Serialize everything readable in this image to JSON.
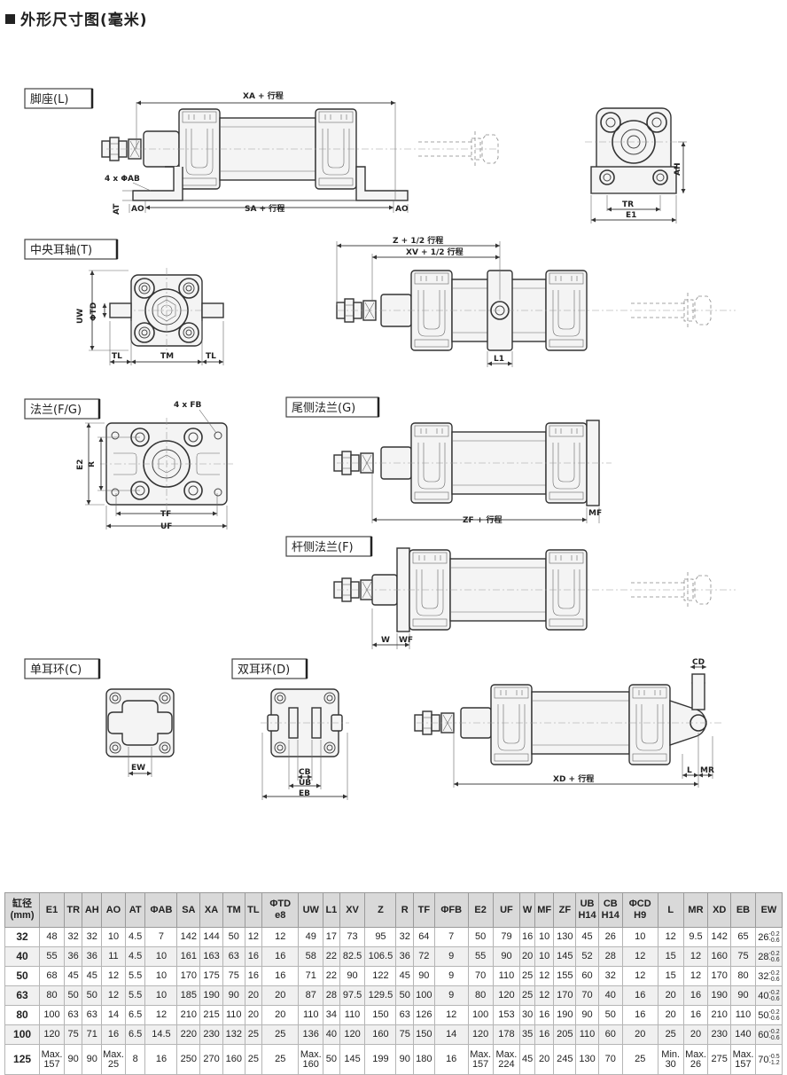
{
  "heading": "外形尺寸图(毫米)",
  "views": {
    "foot": {
      "label": "脚座(L)",
      "dims": {
        "xa": "XA + 行程",
        "sa": "SA + 行程",
        "ao_left": "AO",
        "ao_right": "AO",
        "ab": "4 x ΦAB",
        "at": "AT",
        "ah": "AH",
        "tr": "TR",
        "e1": "E1"
      }
    },
    "trunnion": {
      "label": "中央耳轴(T)",
      "dims": {
        "z": "Z + 1/2 行程",
        "xv": "XV + 1/2 行程",
        "uw": "UW",
        "td": "ΦTD",
        "tl_left": "TL",
        "tm": "TM",
        "tl_right": "TL",
        "l1": "L1"
      }
    },
    "flange": {
      "label": "法兰(F/G)",
      "dims": {
        "fb": "4 x FB",
        "e2": "E2",
        "r": "R",
        "tf": "TF",
        "uf": "UF"
      }
    },
    "rear_flange": {
      "label": "尾侧法兰(G)",
      "dims": {
        "zf": "ZF + 行程",
        "mf": "MF"
      }
    },
    "rod_flange": {
      "label": "杆侧法兰(F)",
      "dims": {
        "w": "W",
        "wf": "WF"
      }
    },
    "single_clevis": {
      "label": "单耳环(C)",
      "dims": {
        "ew": "EW"
      }
    },
    "double_clevis": {
      "label": "双耳环(D)",
      "dims": {
        "cb": "CB",
        "ub": "UB",
        "eb": "EB",
        "cd": "CD",
        "xd": "XD + 行程",
        "l": "L",
        "mr": "MR"
      }
    }
  },
  "table": {
    "headers": [
      {
        "t1": "缸径",
        "t2": "(mm)"
      },
      {
        "t1": "E1"
      },
      {
        "t1": "TR"
      },
      {
        "t1": "AH"
      },
      {
        "t1": "AO"
      },
      {
        "t1": "AT"
      },
      {
        "t1": "ΦAB"
      },
      {
        "t1": "SA"
      },
      {
        "t1": "XA"
      },
      {
        "t1": "TM"
      },
      {
        "t1": "TL"
      },
      {
        "t1": "ΦTD",
        "t2": "e8"
      },
      {
        "t1": "UW"
      },
      {
        "t1": "L1"
      },
      {
        "t1": "XV"
      },
      {
        "t1": "Z"
      },
      {
        "t1": "R"
      },
      {
        "t1": "TF"
      },
      {
        "t1": "ΦFB"
      },
      {
        "t1": "E2"
      },
      {
        "t1": "UF"
      },
      {
        "t1": "W"
      },
      {
        "t1": "MF"
      },
      {
        "t1": "ZF"
      },
      {
        "t1": "UB",
        "t2": "H14"
      },
      {
        "t1": "CB",
        "t2": "H14"
      },
      {
        "t1": "ΦCD",
        "t2": "H9"
      },
      {
        "t1": "L"
      },
      {
        "t1": "MR"
      },
      {
        "t1": "XD"
      },
      {
        "t1": "EB"
      },
      {
        "t1": "EW"
      }
    ],
    "rows": [
      {
        "bore": "32",
        "cells": [
          "48",
          "32",
          "32",
          "10",
          "4.5",
          "7",
          "142",
          "144",
          "50",
          "12",
          "12",
          "49",
          "17",
          "73",
          "95",
          "32",
          "64",
          "7",
          "50",
          "79",
          "16",
          "10",
          "130",
          "45",
          "26",
          "10",
          "12",
          "9.5",
          "142",
          "65"
        ],
        "ew": {
          "v": "26",
          "tol_up": "-0.2",
          "tol_dn": "-0.6"
        }
      },
      {
        "bore": "40",
        "cells": [
          "55",
          "36",
          "36",
          "11",
          "4.5",
          "10",
          "161",
          "163",
          "63",
          "16",
          "16",
          "58",
          "22",
          "82.5",
          "106.5",
          "36",
          "72",
          "9",
          "55",
          "90",
          "20",
          "10",
          "145",
          "52",
          "28",
          "12",
          "15",
          "12",
          "160",
          "75"
        ],
        "ew": {
          "v": "28",
          "tol_up": "-0.2",
          "tol_dn": "-0.6"
        }
      },
      {
        "bore": "50",
        "cells": [
          "68",
          "45",
          "45",
          "12",
          "5.5",
          "10",
          "170",
          "175",
          "75",
          "16",
          "16",
          "71",
          "22",
          "90",
          "122",
          "45",
          "90",
          "9",
          "70",
          "110",
          "25",
          "12",
          "155",
          "60",
          "32",
          "12",
          "15",
          "12",
          "170",
          "80"
        ],
        "ew": {
          "v": "32",
          "tol_up": "-0.2",
          "tol_dn": "-0.6"
        }
      },
      {
        "bore": "63",
        "cells": [
          "80",
          "50",
          "50",
          "12",
          "5.5",
          "10",
          "185",
          "190",
          "90",
          "20",
          "20",
          "87",
          "28",
          "97.5",
          "129.5",
          "50",
          "100",
          "9",
          "80",
          "120",
          "25",
          "12",
          "170",
          "70",
          "40",
          "16",
          "20",
          "16",
          "190",
          "90"
        ],
        "ew": {
          "v": "40",
          "tol_up": "-0.2",
          "tol_dn": "-0.6"
        }
      },
      {
        "bore": "80",
        "cells": [
          "100",
          "63",
          "63",
          "14",
          "6.5",
          "12",
          "210",
          "215",
          "110",
          "20",
          "20",
          "110",
          "34",
          "110",
          "150",
          "63",
          "126",
          "12",
          "100",
          "153",
          "30",
          "16",
          "190",
          "90",
          "50",
          "16",
          "20",
          "16",
          "210",
          "110"
        ],
        "ew": {
          "v": "50",
          "tol_up": "-0.2",
          "tol_dn": "-0.6"
        }
      },
      {
        "bore": "100",
        "cells": [
          "120",
          "75",
          "71",
          "16",
          "6.5",
          "14.5",
          "220",
          "230",
          "132",
          "25",
          "25",
          "136",
          "40",
          "120",
          "160",
          "75",
          "150",
          "14",
          "120",
          "178",
          "35",
          "16",
          "205",
          "110",
          "60",
          "20",
          "25",
          "20",
          "230",
          "140"
        ],
        "ew": {
          "v": "60",
          "tol_up": "-0.2",
          "tol_dn": "-0.6"
        }
      },
      {
        "bore": "125",
        "cells": [
          "Max.\n157",
          "90",
          "90",
          "Max.\n25",
          "8",
          "16",
          "250",
          "270",
          "160",
          "25",
          "25",
          "Max.\n160",
          "50",
          "145",
          "199",
          "90",
          "180",
          "16",
          "Max.\n157",
          "Max.\n224",
          "45",
          "20",
          "245",
          "130",
          "70",
          "25",
          "Min.\n30",
          "Max.\n26",
          "275",
          "Max.\n157"
        ],
        "ew": {
          "v": "70",
          "tol_up": "-0.5",
          "tol_dn": "-1.2"
        }
      }
    ]
  }
}
